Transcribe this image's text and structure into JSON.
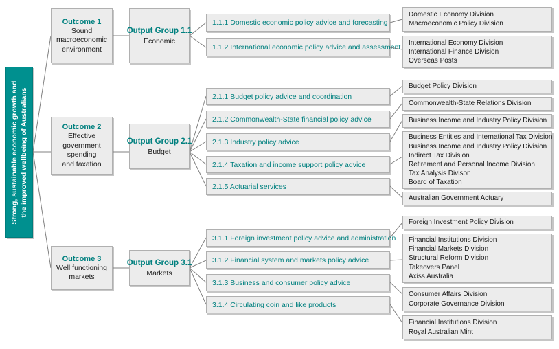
{
  "banner": {
    "name": "outcome-banner",
    "lines": [
      "Strong, sustainable economic growth and",
      "the improved wellbeing of Australians"
    ],
    "color": "#00908f"
  },
  "colors": {
    "accent_teal": "#00807f",
    "box_fill": "#ececec",
    "box_border": "#b0b0b0",
    "connector": "#808080",
    "body_text": "#1a1a1a"
  },
  "outcomes": [
    {
      "title": "Outcome 1",
      "subtitle_lines": [
        "Sound",
        "macroeconomic",
        "environment"
      ],
      "group": {
        "title": "Output Group 1.1",
        "subtitle": "Economic"
      },
      "outputs": [
        {
          "label": "1.1.1 Domestic economic policy advice and forecasting",
          "divisions": [
            "Domestic Economy Division",
            "Macroeconomic Policy Division"
          ]
        },
        {
          "label": "1.1.2 International economic policy advice and assessment",
          "divisions": [
            "International Economy Division",
            "International Finance Division",
            "Overseas Posts"
          ]
        }
      ]
    },
    {
      "title": "Outcome 2",
      "subtitle_lines": [
        "Effective",
        "government",
        "spending",
        "and taxation"
      ],
      "group": {
        "title": "Output Group 2.1",
        "subtitle": "Budget"
      },
      "outputs": [
        {
          "label": "2.1.1 Budget policy advice and coordination",
          "divisions": [
            "Budget Policy Division"
          ]
        },
        {
          "label": "2.1.2 Commonwealth-State financial policy advice",
          "divisions": [
            "Commonwealth-State Relations Division"
          ]
        },
        {
          "label": "2.1.3 Industry policy advice",
          "divisions": [
            "Business Income and Industry Policy Division"
          ]
        },
        {
          "label": "2.1.4 Taxation and income support policy advice",
          "divisions": [
            "Business Entities and International Tax Division",
            "Business Income and Industry Policy Division",
            "Indirect Tax Division",
            "Retirement and Personal Income Division",
            "Tax Analysis Divison",
            "Board of Taxation"
          ]
        },
        {
          "label": "2.1.5 Actuarial services",
          "divisions": [
            "Australian Government Actuary"
          ]
        }
      ]
    },
    {
      "title": "Outcome 3",
      "subtitle_lines": [
        "Well functioning",
        "markets"
      ],
      "group": {
        "title": "Output Group 3.1",
        "subtitle": "Markets"
      },
      "outputs": [
        {
          "label": "3.1.1 Foreign investment policy advice and administration",
          "divisions": [
            "Foreign Investment Policy Division"
          ]
        },
        {
          "label": "3.1.2 Financial system and markets policy advice",
          "divisions": [
            "Financial Institutions Division",
            "Financial Markets Division",
            "Structural Reform Division",
            "Takeovers Panel",
            "Axiss Australia"
          ]
        },
        {
          "label": "3.1.3 Business and consumer policy advice",
          "divisions": [
            "Consumer Affairs Division",
            "Corporate Governance Division"
          ]
        },
        {
          "label": "3.1.4 Circulating coin and like products",
          "divisions": [
            "Financial Institutions Division",
            "Royal Australian Mint"
          ]
        }
      ]
    }
  ]
}
